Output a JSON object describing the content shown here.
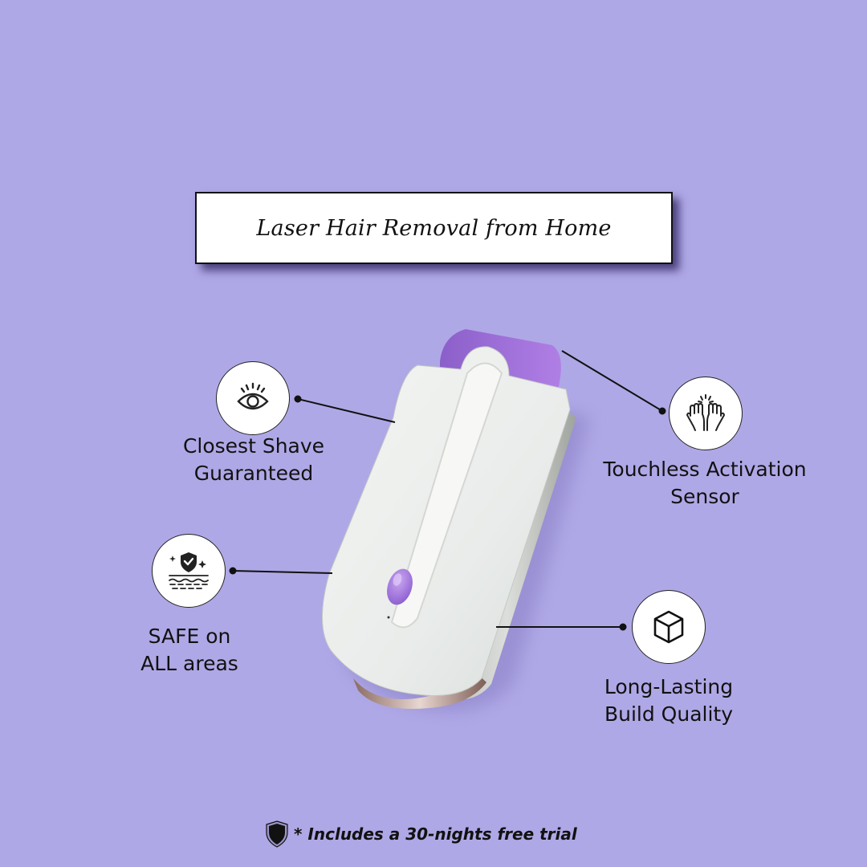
{
  "colors": {
    "background": "#afa8e6",
    "accent_purple": "#9b6fd6",
    "text": "#111111",
    "circle_fill": "#ffffff"
  },
  "title": {
    "text": "Laser Hair Removal from Home"
  },
  "features": [
    {
      "icon": "eye-icon",
      "line1": "Closest Shave",
      "line2": "Guaranteed"
    },
    {
      "icon": "high-five-hands-icon",
      "line1": "Touchless Activation",
      "line2": "Sensor"
    },
    {
      "icon": "shield-skin-icon",
      "line1": "SAFE on",
      "line2": "ALL areas"
    },
    {
      "icon": "cube-icon",
      "line1": "Long-Lasting",
      "line2": "Build Quality"
    }
  ],
  "footer": {
    "icon": "shield-icon",
    "text": "* Includes a 30-nights free trial"
  }
}
